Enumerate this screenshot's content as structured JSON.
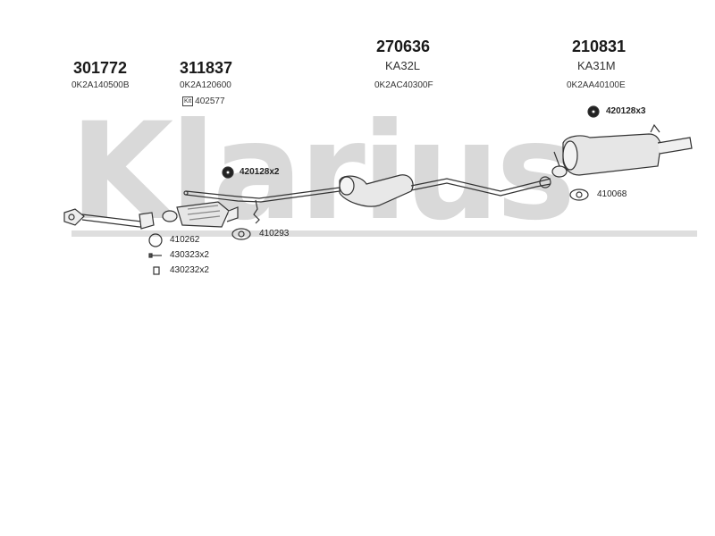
{
  "watermark": "Klarius",
  "parts": [
    {
      "number": "301772",
      "oem": "0K2A140500B"
    },
    {
      "number": "311837",
      "oem": "0K2A120600",
      "kit_label": "Kit",
      "kit_code": "402577"
    },
    {
      "number": "270636",
      "name": "KA32L",
      "oem": "0K2AC40300F"
    },
    {
      "number": "210831",
      "name": "KA31M",
      "oem": "0K2AA40100E"
    }
  ],
  "fittings": [
    {
      "code": "420128x3",
      "icon": "rubber-hanger-icon"
    },
    {
      "code": "420128x2",
      "icon": "rubber-hanger-icon"
    },
    {
      "code": "410068",
      "icon": "gasket-icon"
    },
    {
      "code": "410293",
      "icon": "gasket-icon"
    },
    {
      "code": "410262",
      "icon": "ring-icon"
    },
    {
      "code": "430323x2",
      "icon": "bolt-icon"
    },
    {
      "code": "430232x2",
      "icon": "nut-icon"
    }
  ]
}
